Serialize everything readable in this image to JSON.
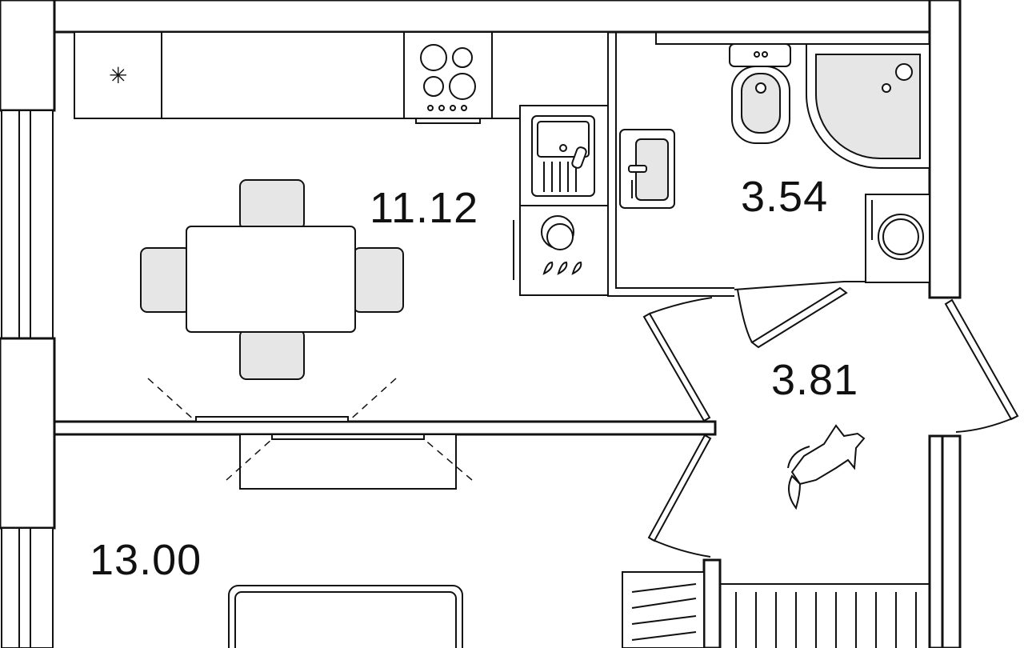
{
  "rooms": [
    {
      "id": "kitchen",
      "area": "11.12"
    },
    {
      "id": "bathroom",
      "area": "3.54"
    },
    {
      "id": "hallway",
      "area": "3.81"
    },
    {
      "id": "living-room",
      "area": "13.00"
    }
  ],
  "icons": {
    "fridge_symbol": "asterisk-icon",
    "pet": "cat-icon"
  }
}
